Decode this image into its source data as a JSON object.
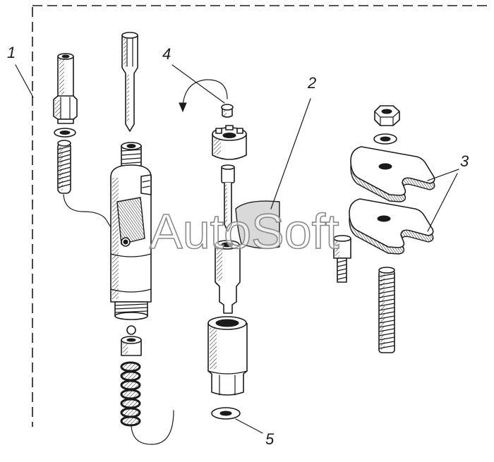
{
  "diagram": {
    "callouts": [
      "1",
      "2",
      "3",
      "4",
      "5"
    ],
    "watermark": "AutoSoft"
  },
  "colors": {
    "ink": "#1b1b1b",
    "paper": "#ffffff",
    "watermark": "#8a8a8a"
  }
}
